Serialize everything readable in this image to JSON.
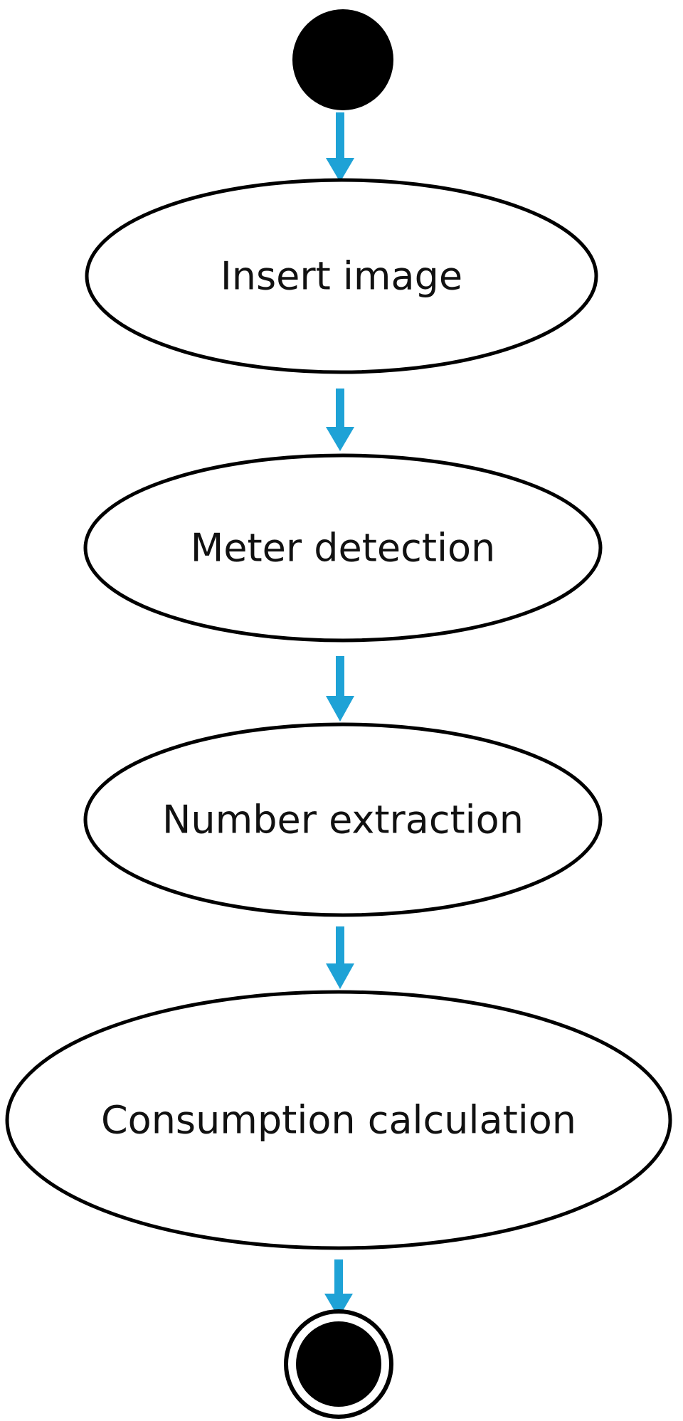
{
  "diagram": {
    "type": "activity-flow",
    "colors": {
      "arrow": "#1ea2d6",
      "node_stroke": "#000000",
      "node_fill": "#ffffff",
      "terminal_fill": "#000000"
    },
    "start": {
      "icon": "initial-node-icon"
    },
    "steps": [
      {
        "label": "Insert image"
      },
      {
        "label": "Meter detection"
      },
      {
        "label": "Number extraction"
      },
      {
        "label": "Consumption calculation"
      }
    ],
    "end": {
      "icon": "final-node-icon"
    }
  }
}
